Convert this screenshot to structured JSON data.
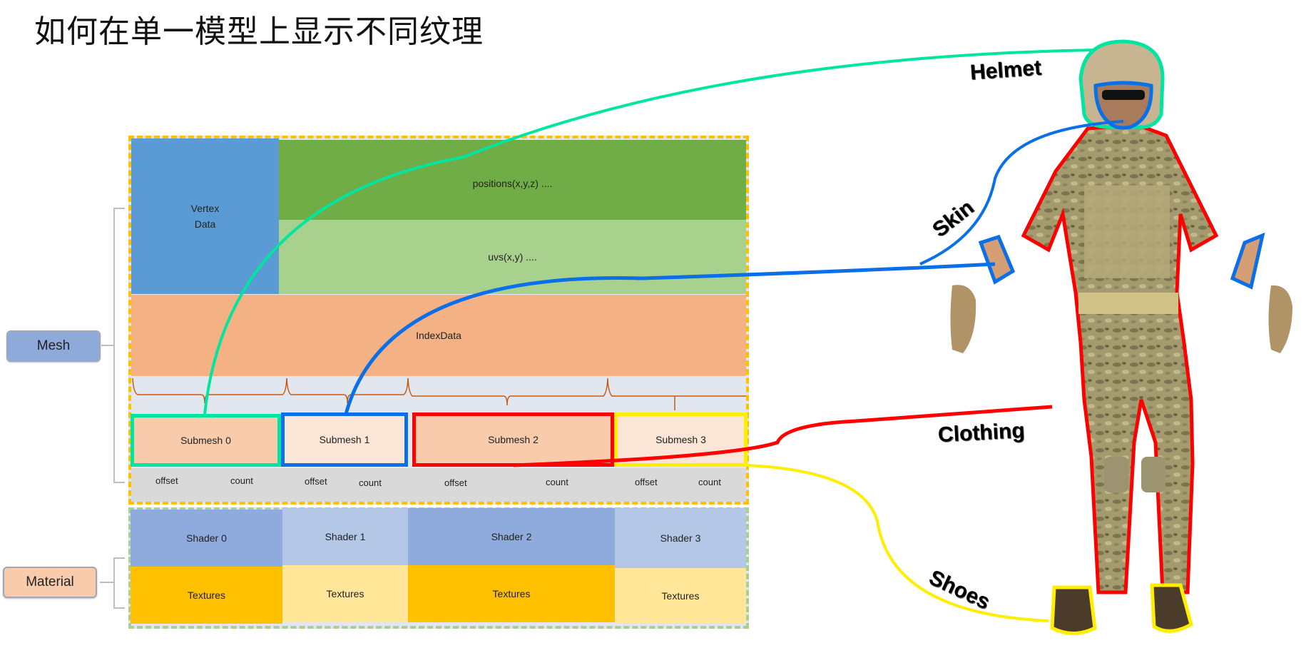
{
  "title": "如何在单一模型上显示不同纹理",
  "groups": {
    "mesh": "Mesh",
    "material": "Material"
  },
  "mesh": {
    "vertex_data": "Vertex\nData",
    "positions": "positions(x,y,z)  ....",
    "uvs": "uvs(x,y)  ....",
    "index_data": "IndexData",
    "submeshes": [
      {
        "label": "Submesh 0",
        "offset": "offset",
        "count": "count",
        "color": "#00e5a0"
      },
      {
        "label": "Submesh 1",
        "offset": "offset",
        "count": "count",
        "color": "#0a6fe8"
      },
      {
        "label": "Submesh 2",
        "offset": "offset",
        "count": "count",
        "color": "#ff0000"
      },
      {
        "label": "Submesh 3",
        "offset": "offset",
        "count": "count",
        "color": "#ffee00"
      }
    ]
  },
  "material": {
    "shaders": [
      "Shader 0",
      "Shader 1",
      "Shader 2",
      "Shader 3"
    ],
    "textures": [
      "Textures",
      "Textures",
      "Textures",
      "Textures"
    ]
  },
  "character_parts": [
    "Helmet",
    "Skin",
    "Clothing",
    "Shoes"
  ],
  "colors": {
    "vertex": "#5b9bd5",
    "positions": "#70ad47",
    "uvs": "#a9d18e",
    "index": "#f4b183",
    "shader_dark": "#8faadc",
    "shader_light": "#b4c7e7",
    "tex_dark": "#ffc000",
    "tex_light": "#ffe699"
  }
}
